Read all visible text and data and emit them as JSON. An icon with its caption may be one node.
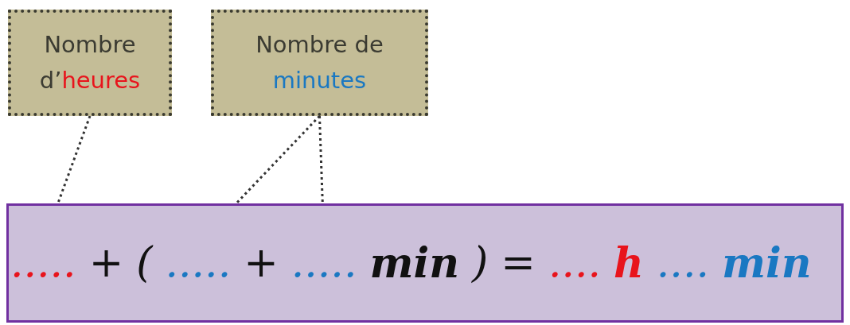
{
  "diagram": {
    "nodes": [
      {
        "text": [
          "Nombre d’heures"
        ]
      },
      {
        "text": [
          "Nombre de minutes"
        ]
      },
      {
        "text": [],
        "shape": "box"
      },
      {
        "text": [
          "....."
        ],
        "in": 2
      },
      {
        "text": [
          "....."
        ],
        "in": 2
      },
      {
        "text": [
          "....."
        ],
        "in": 2
      }
    ],
    "edges": [
      {
        "from": 0,
        "to": 3,
        "arrow": "none",
        "style": "dashed"
      },
      {
        "from": 1,
        "to": 4,
        "arrow": "none",
        "style": "dashed"
      },
      {
        "from": 1,
        "to": 5,
        "arrow": "none",
        "style": "dashed"
      }
    ],
    "labels": [
      "+",
      "(",
      "+",
      "min",
      ")",
      "=",
      "....",
      "h",
      "....",
      "min"
    ]
  }
}
